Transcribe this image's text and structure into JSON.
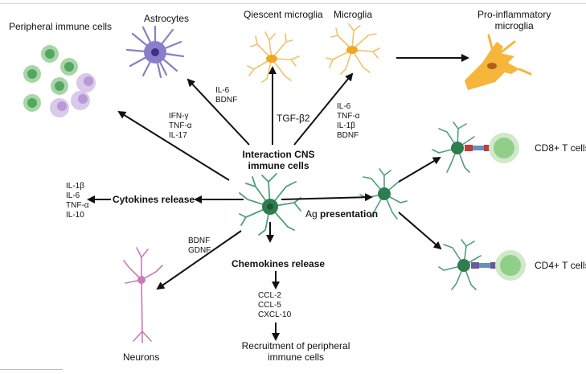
{
  "labels": {
    "peripheral_immune_cells": "Peripheral immune cells",
    "astrocytes": "Astrocytes",
    "quiescent_microglia": "Qiescent microglia",
    "microglia": "Microglia",
    "pro_inflammatory_microglia": [
      "Pro-inflammatory",
      "microglia"
    ],
    "cd8": "CD8+ T cells",
    "cd4": "CD4+ T cells",
    "neurons": "Neurons",
    "interaction_cns": [
      "Interaction CNS",
      "immune cells"
    ],
    "cytokines_release": "Cytokines release",
    "chemokines_release": "Chemokines release",
    "ag_presentation_prefix": "Ag",
    "ag_presentation_bold": "presentation",
    "recruitment": [
      "Recruitment of peripheral",
      "immune cells"
    ],
    "tgf": "TGF-β2"
  },
  "factors": {
    "astrocyte": [
      "IL-6",
      "BDNF"
    ],
    "peripheral": [
      "IFN-γ",
      "TNF-α",
      "IL-17"
    ],
    "microglia": [
      "IL-6",
      "TNF-α",
      "IL-1β",
      "BDNF"
    ],
    "cytokines": [
      "IL-1β",
      "IL-6",
      "TNF-α",
      "IL-10"
    ],
    "neurons": [
      "BDNF",
      "GDNF"
    ],
    "chemokines": [
      "CCL-2",
      "CCL-5",
      "CXCL-10"
    ]
  },
  "colors": {
    "arrow": "#111111",
    "microglia_body": "#2f7d4f",
    "microglia_branch": "#4f9f7a",
    "microglia_nucleus": "#1c5a35",
    "peripheral_green": "#a6d6a8",
    "peripheral_green_core": "#53a65f",
    "peripheral_purple": "#d9c9ea",
    "peripheral_purple_core": "#b89ad7",
    "astrocyte": "#8b7ec8",
    "astrocyte_core": "#3d2f86",
    "yellow_branch": "#f0c26a",
    "yellow_core": "#f3a623",
    "pro_inflammatory": "#f5b63b",
    "neuron": "#c77bb8",
    "tcell_outer": "#cfe9c9",
    "tcell_inner": "#8fcf87",
    "receptor_red": "#c53b3b",
    "receptor_blue": "#6d8fbf",
    "receptor_purple": "#6a5a9c"
  }
}
